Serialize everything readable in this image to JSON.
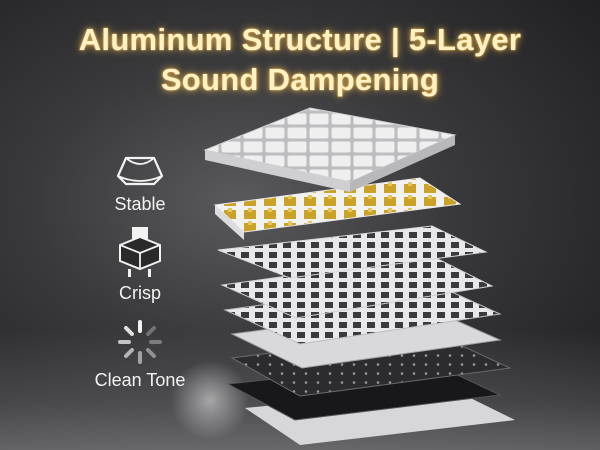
{
  "headline": {
    "line1": "Aluminum Structure | 5-Layer",
    "line2": "Sound Dampening"
  },
  "features": [
    {
      "label": "Stable",
      "icon": "keycap-icon"
    },
    {
      "label": "Crisp",
      "icon": "switch-icon"
    },
    {
      "label": "Clean Tone",
      "icon": "spinner-icon"
    }
  ],
  "colors": {
    "headline_text": "#fff2c4",
    "headline_glow": "#ffc85a",
    "switch_gold": "#c9a227",
    "background": "#3a3a3c"
  }
}
